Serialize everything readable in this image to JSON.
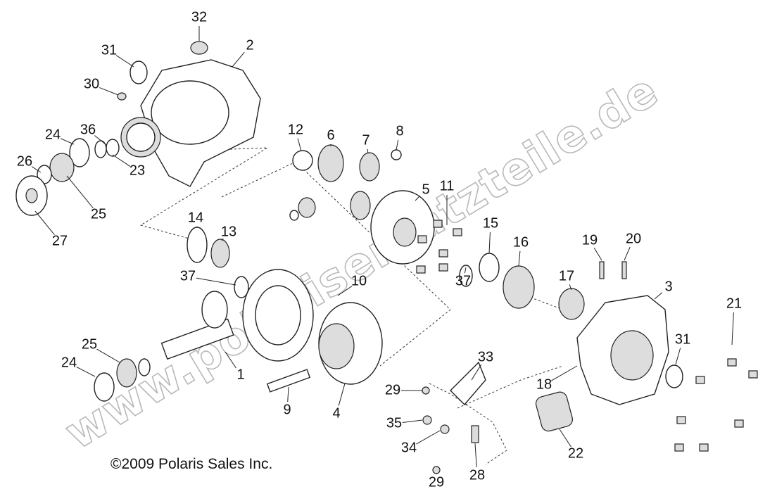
{
  "diagram": {
    "callouts": [
      "32",
      "2",
      "31",
      "30",
      "36",
      "24",
      "26",
      "23",
      "25",
      "27",
      "12",
      "6",
      "7",
      "8",
      "5",
      "11",
      "14",
      "13",
      "15",
      "16",
      "19",
      "20",
      "17",
      "3",
      "37",
      "10",
      "37",
      "21",
      "31",
      "25",
      "24",
      "1",
      "33",
      "18",
      "29",
      "9",
      "4",
      "35",
      "34",
      "22",
      "28",
      "29"
    ],
    "copyright": "2009 Polaris Sales Inc.",
    "copyright_symbol": "©",
    "watermark": "www.polarisersatzteile.de"
  }
}
